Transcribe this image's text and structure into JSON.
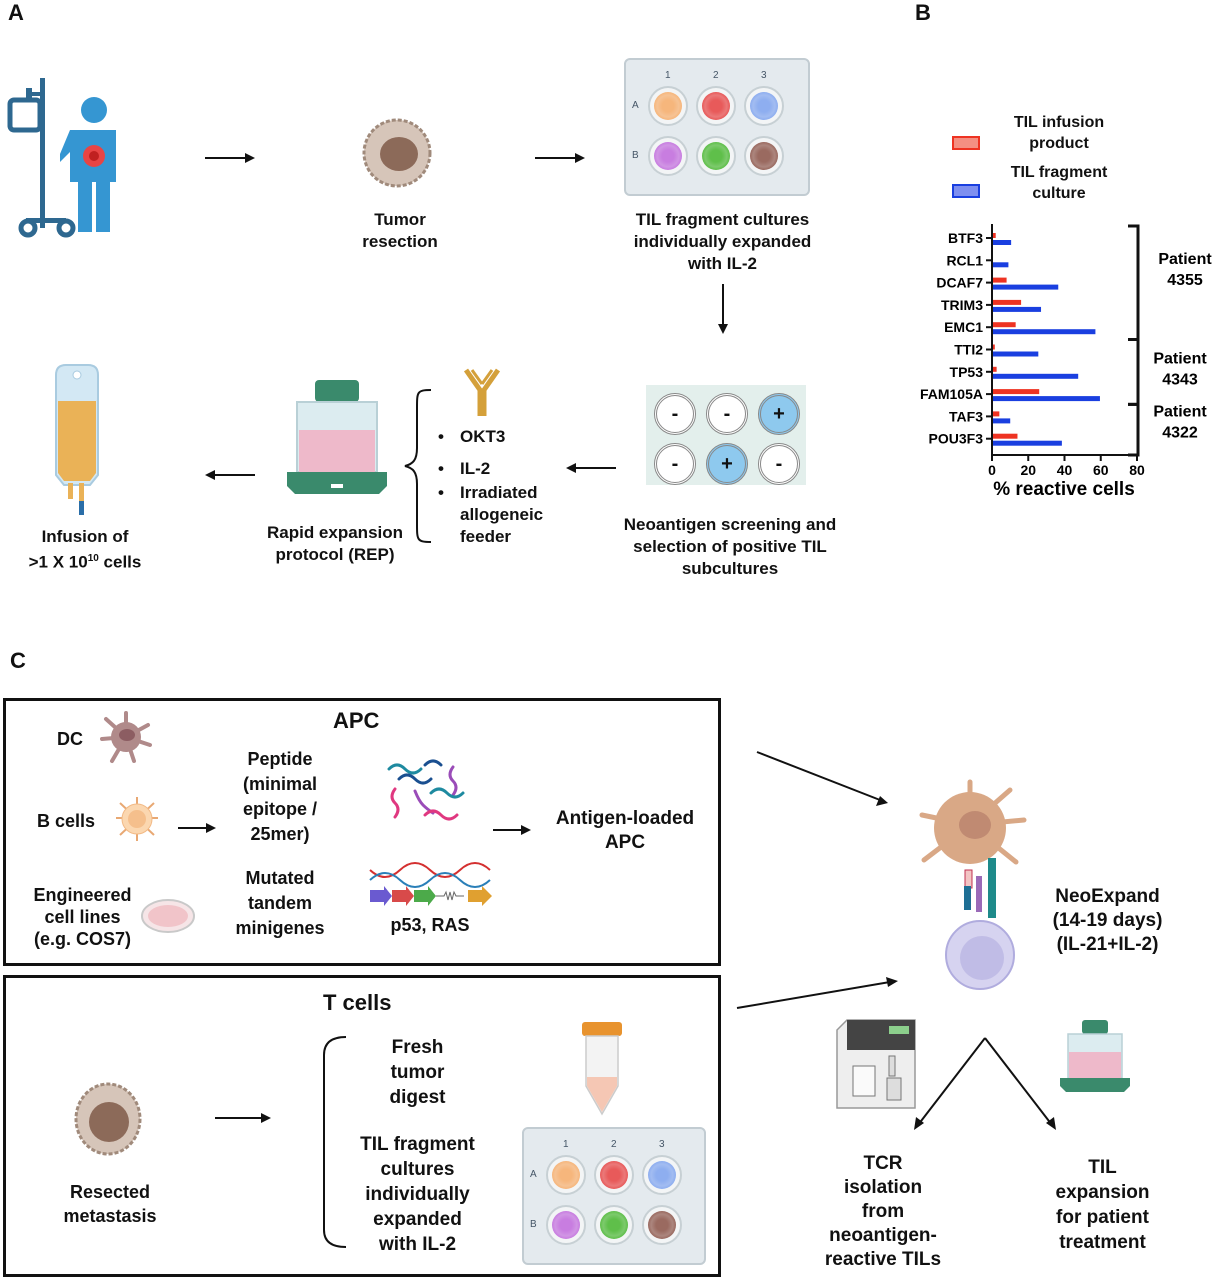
{
  "panels": {
    "a": {
      "letter": "A",
      "steps": {
        "tumor_resection": "Tumor\nresection",
        "til_fragment": "TIL fragment cultures\nindividually expanded\nwith IL-2",
        "neoantigen_screening": "Neoantigen screening and\nselection of positive TIL\nsubcultures",
        "rep": "Rapid expansion\nprotocol (REP)",
        "infusion_prefix": "Infusion of",
        "infusion_count_base": ">1 X 10",
        "infusion_exponent": "10",
        "infusion_suffix": " cells"
      },
      "rep_components": [
        "OKT3",
        "IL-2",
        "Irradiated\nallogeneic\nfeeder"
      ],
      "plate": {
        "columns": [
          "1",
          "2",
          "3"
        ],
        "rows": [
          "A",
          "B"
        ],
        "well_colors": [
          "#f6b67c",
          "#e85a5a",
          "#8eaef0",
          "#c87de0",
          "#5fbf4a",
          "#9a6a60"
        ]
      },
      "screen_wells": [
        "-",
        "-",
        "+",
        "-",
        "+",
        "-"
      ]
    },
    "b": {
      "letter": "B",
      "patients": [
        {
          "label": "Patient\n4355"
        },
        {
          "label": "Patient\n4343"
        },
        {
          "label": "Patient\n4322"
        }
      ]
    },
    "c": {
      "letter": "C",
      "apc": {
        "title": "APC",
        "sources": [
          "DC",
          "B cells",
          "Engineered\ncell lines\n(e.g. COS7)"
        ],
        "peptide": "Peptide\n(minimal\nepitope /\n25mer)",
        "minigenes": "Mutated\ntandem\nminigenes",
        "minigene_examples": "p53, RAS",
        "result": "Antigen-loaded\nAPC"
      },
      "tcells": {
        "title": "T cells",
        "source": "Resected\nmetastasis",
        "options": [
          "Fresh\ntumor\ndigest",
          "TIL fragment\ncultures\nindividually\nexpanded\nwith IL-2"
        ]
      },
      "neoexpand": "NeoExpand\n(14-19 days)\n(IL-21+IL-2)",
      "outcomes": [
        "TCR\nisolation\nfrom\nneoantigen-\nreactive TILs",
        "TIL\nexpansion\nfor patient\ntreatment"
      ]
    }
  },
  "chart_data": {
    "type": "bar",
    "orientation": "horizontal",
    "title": "",
    "xlabel": "% reactive cells",
    "ylabel": "",
    "xlim": [
      0,
      80
    ],
    "xticks": [
      0,
      20,
      40,
      60,
      80
    ],
    "grid": false,
    "legend_position": "top",
    "categories": [
      "BTF3",
      "RCL1",
      "DCAF7",
      "TRIM3",
      "EMC1",
      "TTI2",
      "TP53",
      "FAM105A",
      "TAF3",
      "POU3F3"
    ],
    "series": [
      {
        "name": "TIL infusion product",
        "color": "#ee3322",
        "values": [
          1.5,
          0,
          7.5,
          15.5,
          12.5,
          1,
          2,
          25.5,
          3.5,
          13.5
        ]
      },
      {
        "name": "TIL fragment culture",
        "color": "#1a3fe0",
        "values": [
          10,
          8.5,
          36,
          26.5,
          56.5,
          25,
          47,
          59,
          9.5,
          38
        ]
      }
    ],
    "groups": [
      {
        "label": "Patient 4355",
        "categories": [
          "BTF3",
          "RCL1",
          "DCAF7",
          "TRIM3",
          "EMC1"
        ]
      },
      {
        "label": "Patient 4343",
        "categories": [
          "TTI2",
          "TP53",
          "FAM105A"
        ]
      },
      {
        "label": "Patient 4322",
        "categories": [
          "TAF3",
          "POU3F3"
        ]
      }
    ]
  }
}
